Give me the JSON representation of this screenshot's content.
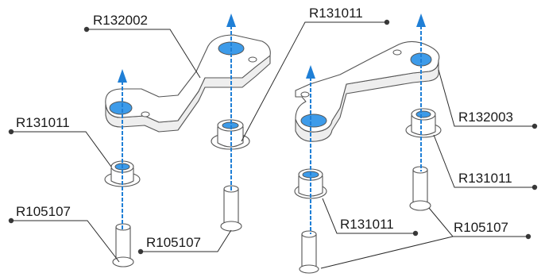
{
  "labels": {
    "r132002": "R132002",
    "r131011_top_right": "R131011",
    "r131011_left": "R131011",
    "r105107_left": "R105107",
    "r105107_center": "R105107",
    "r132003": "R132003",
    "r131011_right": "R131011",
    "r131011_center_bottom": "R131011",
    "r105107_right": "R105107"
  },
  "colors": {
    "hole_blue": "#3d9be9",
    "axis_blue": "#1f7fd6",
    "line": "#2b2b2b"
  }
}
